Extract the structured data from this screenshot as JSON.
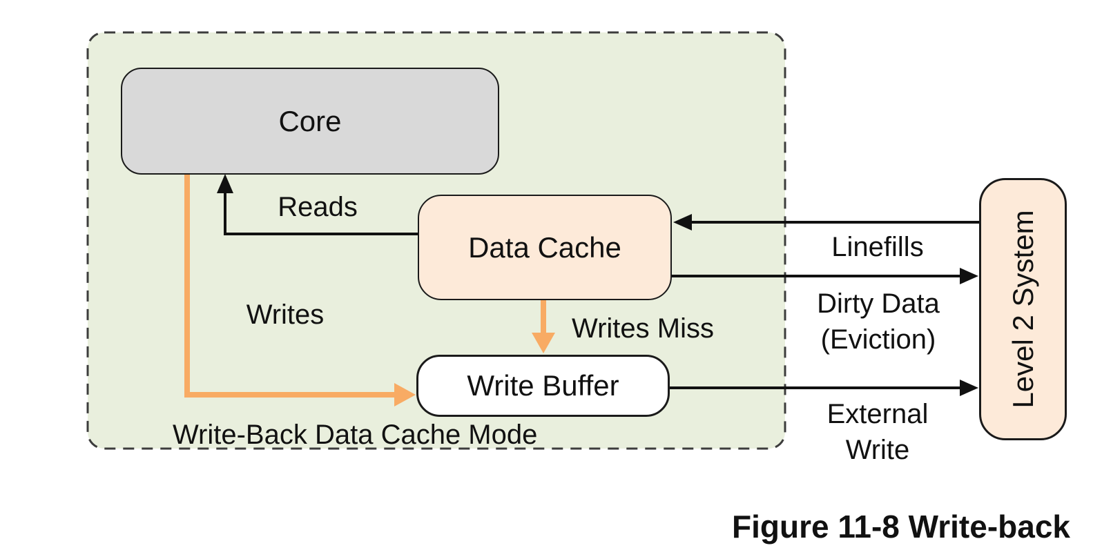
{
  "diagram": {
    "region_label": "Write-Back Data Cache Mode",
    "caption": "Figure 11-8 Write-back",
    "nodes": {
      "core": "Core",
      "data_cache": "Data Cache",
      "write_buffer": "Write Buffer",
      "level2_system": "Level 2 System"
    },
    "edges": {
      "reads": "Reads",
      "writes": "Writes",
      "writes_miss": "Writes Miss",
      "linefills": "Linefills",
      "dirty_data_line1": "Dirty Data",
      "dirty_data_line2": "(Eviction)",
      "external_write_line1": "External",
      "external_write_line2": "Write"
    },
    "colors": {
      "region_fill": "#e9efdd",
      "region_border": "#3c3c3c",
      "core_fill": "#d9d9d9",
      "cache_fill": "#fdead9",
      "buffer_fill": "#ffffff",
      "node_border": "#1a1a1a",
      "arrow_black": "#111111",
      "arrow_orange": "#f8ab64",
      "text_color": "#111111",
      "page_bg": "#ffffff"
    }
  }
}
